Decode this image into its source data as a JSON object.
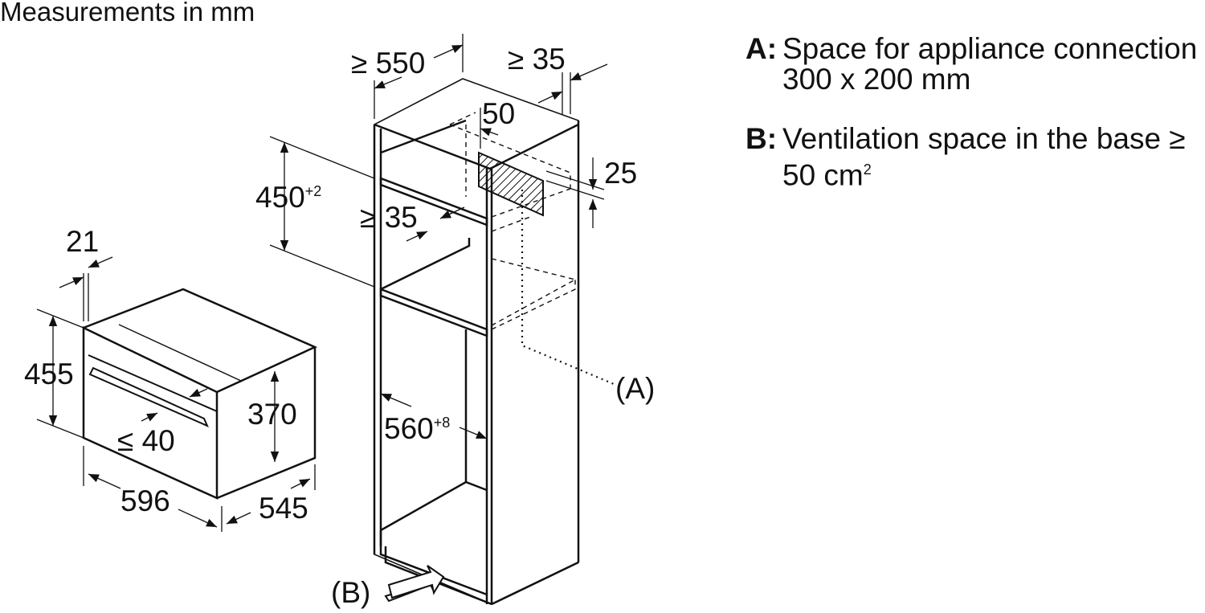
{
  "title": "Measurements in mm",
  "legend": {
    "a": {
      "key": "A:",
      "line1": "Space for appliance connection",
      "line2": "300 x 200 mm"
    },
    "b": {
      "key": "B:",
      "line1": "Ventilation space in the base ≥",
      "line2_main": "50 cm",
      "line2_sup": "2"
    }
  },
  "oven": {
    "height": "455",
    "panel_depth": "21",
    "cavity_height": "370",
    "handle_clearance": "≤ 40",
    "width": "596",
    "depth": "545"
  },
  "cabinet": {
    "depth": "≥ 550",
    "rear_gap": "≥ 35",
    "opening_top": "50",
    "opening_edge": "25",
    "niche_height_main": "450",
    "niche_height_sup": "+2",
    "shelf_gap": "≥ 35",
    "niche_width_main": "560",
    "niche_width_sup": "+8",
    "label_a": "(A)",
    "label_b": "(B)"
  }
}
